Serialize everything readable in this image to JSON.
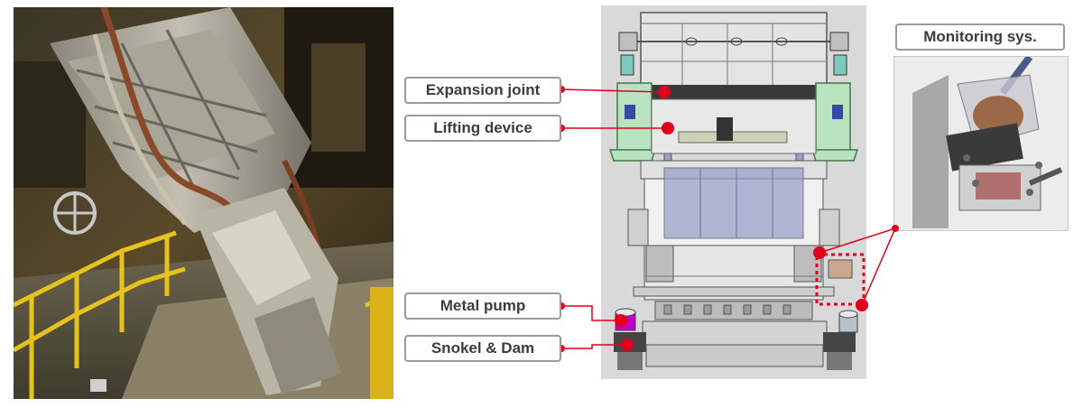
{
  "labels": {
    "expansion_joint": "Expansion joint",
    "lifting_device": "Lifting device",
    "metal_pump": "Metal pump",
    "snokel_dam": "Snokel & Dam",
    "monitoring_sys": "Monitoring sys."
  },
  "colors": {
    "callout_red": "#e0001b",
    "label_border": "#9a9a9a",
    "label_text": "#3c3c3c",
    "drawing_gray": "#d9d9d9",
    "frame_green": "#b9e3c0",
    "chamber_blue": "#9aa0c8",
    "pump_magenta": "#c000c0"
  }
}
